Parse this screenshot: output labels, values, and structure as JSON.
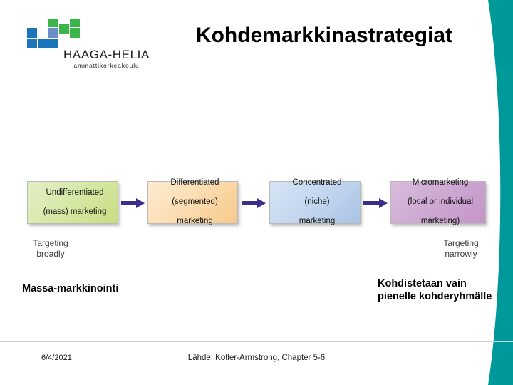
{
  "slide": {
    "title": "Kohdemarkkinastrategiat",
    "background_color": "#ffffff",
    "accent_color": "#009999"
  },
  "logo": {
    "name": "haaga-helia-logo",
    "wordmark": "HAAGA-HELIA",
    "subline": "ammattikorkeakoulu",
    "mark_colors": {
      "blue": "#1b75bb",
      "green": "#39b54a",
      "mid_blue": "#6c8ec4"
    }
  },
  "diagram": {
    "name": "target-marketing-strategies",
    "arrow_color": "#3b2f8c",
    "boxes": [
      {
        "id": "undifferentiated",
        "lines": [
          "Undifferentiated",
          "(mass) marketing"
        ],
        "color": "#c8dd82"
      },
      {
        "id": "differentiated",
        "lines": [
          "Differentiated",
          "(segmented)",
          "marketing"
        ],
        "color": "#f7c98a"
      },
      {
        "id": "concentrated",
        "lines": [
          "Concentrated",
          "(niche)",
          "marketing"
        ],
        "color": "#a9c4e4"
      },
      {
        "id": "micromarketing",
        "lines": [
          "Micromarketing",
          "(local or individual",
          "marketing)"
        ],
        "color": "#c495c8"
      }
    ],
    "targeting_broad": "Targeting broadly",
    "targeting_narrow": "Targeting narrowly"
  },
  "annotations": {
    "left": "Massa-markkinointi",
    "right": "Kohdistetaan vain pienelle kohderyhmälle"
  },
  "footer": {
    "date": "6/4/2021",
    "source": "Lähde: Kotler-Armstrong, Chapter 5-6"
  }
}
